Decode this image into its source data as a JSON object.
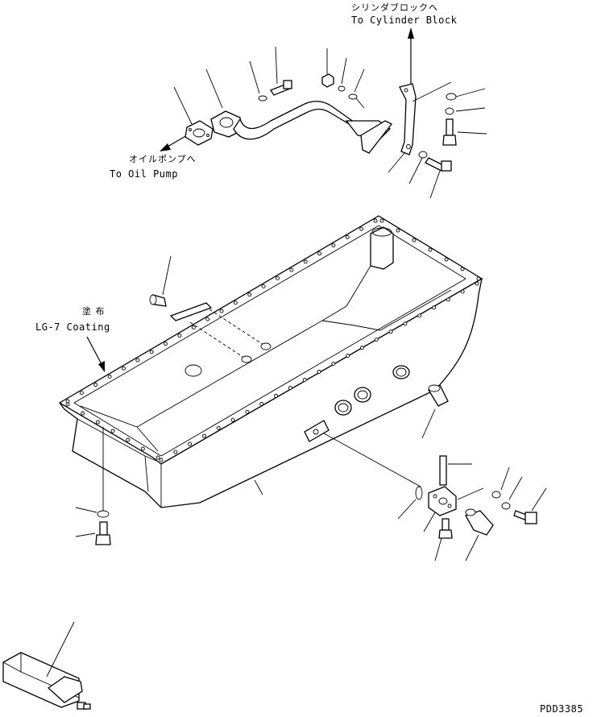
{
  "labels": {
    "to_cylinder_block_jp": "シリンダブロックへ",
    "to_cylinder_block_en": "To Cylinder Block",
    "to_oil_pump_jp": "オイルポンプへ",
    "to_oil_pump_en": "To Oil Pump",
    "coating_jp": "塗 布",
    "coating_en": "LG-7 Coating",
    "drawing_code": "PDD3385"
  },
  "icons": [
    "up-arrow-icon",
    "down-left-arrow-icon",
    "coating-arrow-icon"
  ]
}
